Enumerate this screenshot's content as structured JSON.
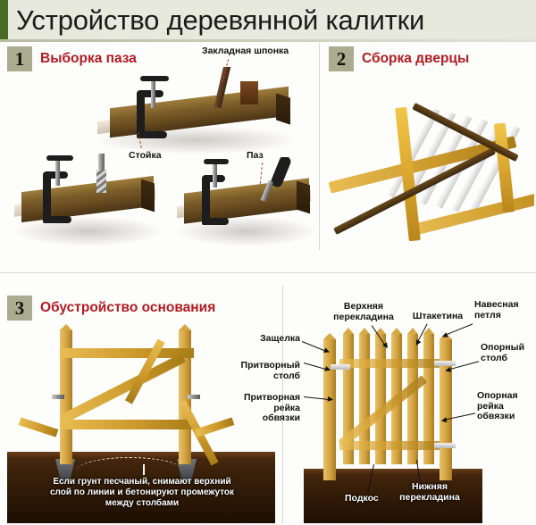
{
  "title": "Устройство деревянной калитки",
  "accent_color": "#4a6b24",
  "title_bg": "#e8e9dd",
  "heading_color": "#b01c22",
  "badge_color": "#a9ac8e",
  "steps": [
    {
      "number": "1",
      "title": "Выборка паза"
    },
    {
      "number": "2",
      "title": "Сборка дверцы"
    },
    {
      "number": "3",
      "title": "Обустройство основания"
    }
  ],
  "step1_labels": {
    "key": "Закладная шпонка",
    "post": "Стойка",
    "groove": "Паз"
  },
  "step3_labels": {
    "latch": "Защелка",
    "top_rail": "Верхняя\nперекладина",
    "picket": "Штакетина",
    "hinge": "Навесная\nпетля",
    "closing_post": "Притворный\nстолб",
    "closing_rail": "Притворная\nрейка\nобвязки",
    "support_post": "Опорный\nстолб",
    "support_rail": "Опорная\nрейка\nобвязки",
    "brace": "Подкос",
    "bottom_rail": "Нижняя\nперекладина"
  },
  "footnote": "Если грунт песчаный, снимают верхний\nслой по линии и бетонируют промежуток\nмежду столбами"
}
